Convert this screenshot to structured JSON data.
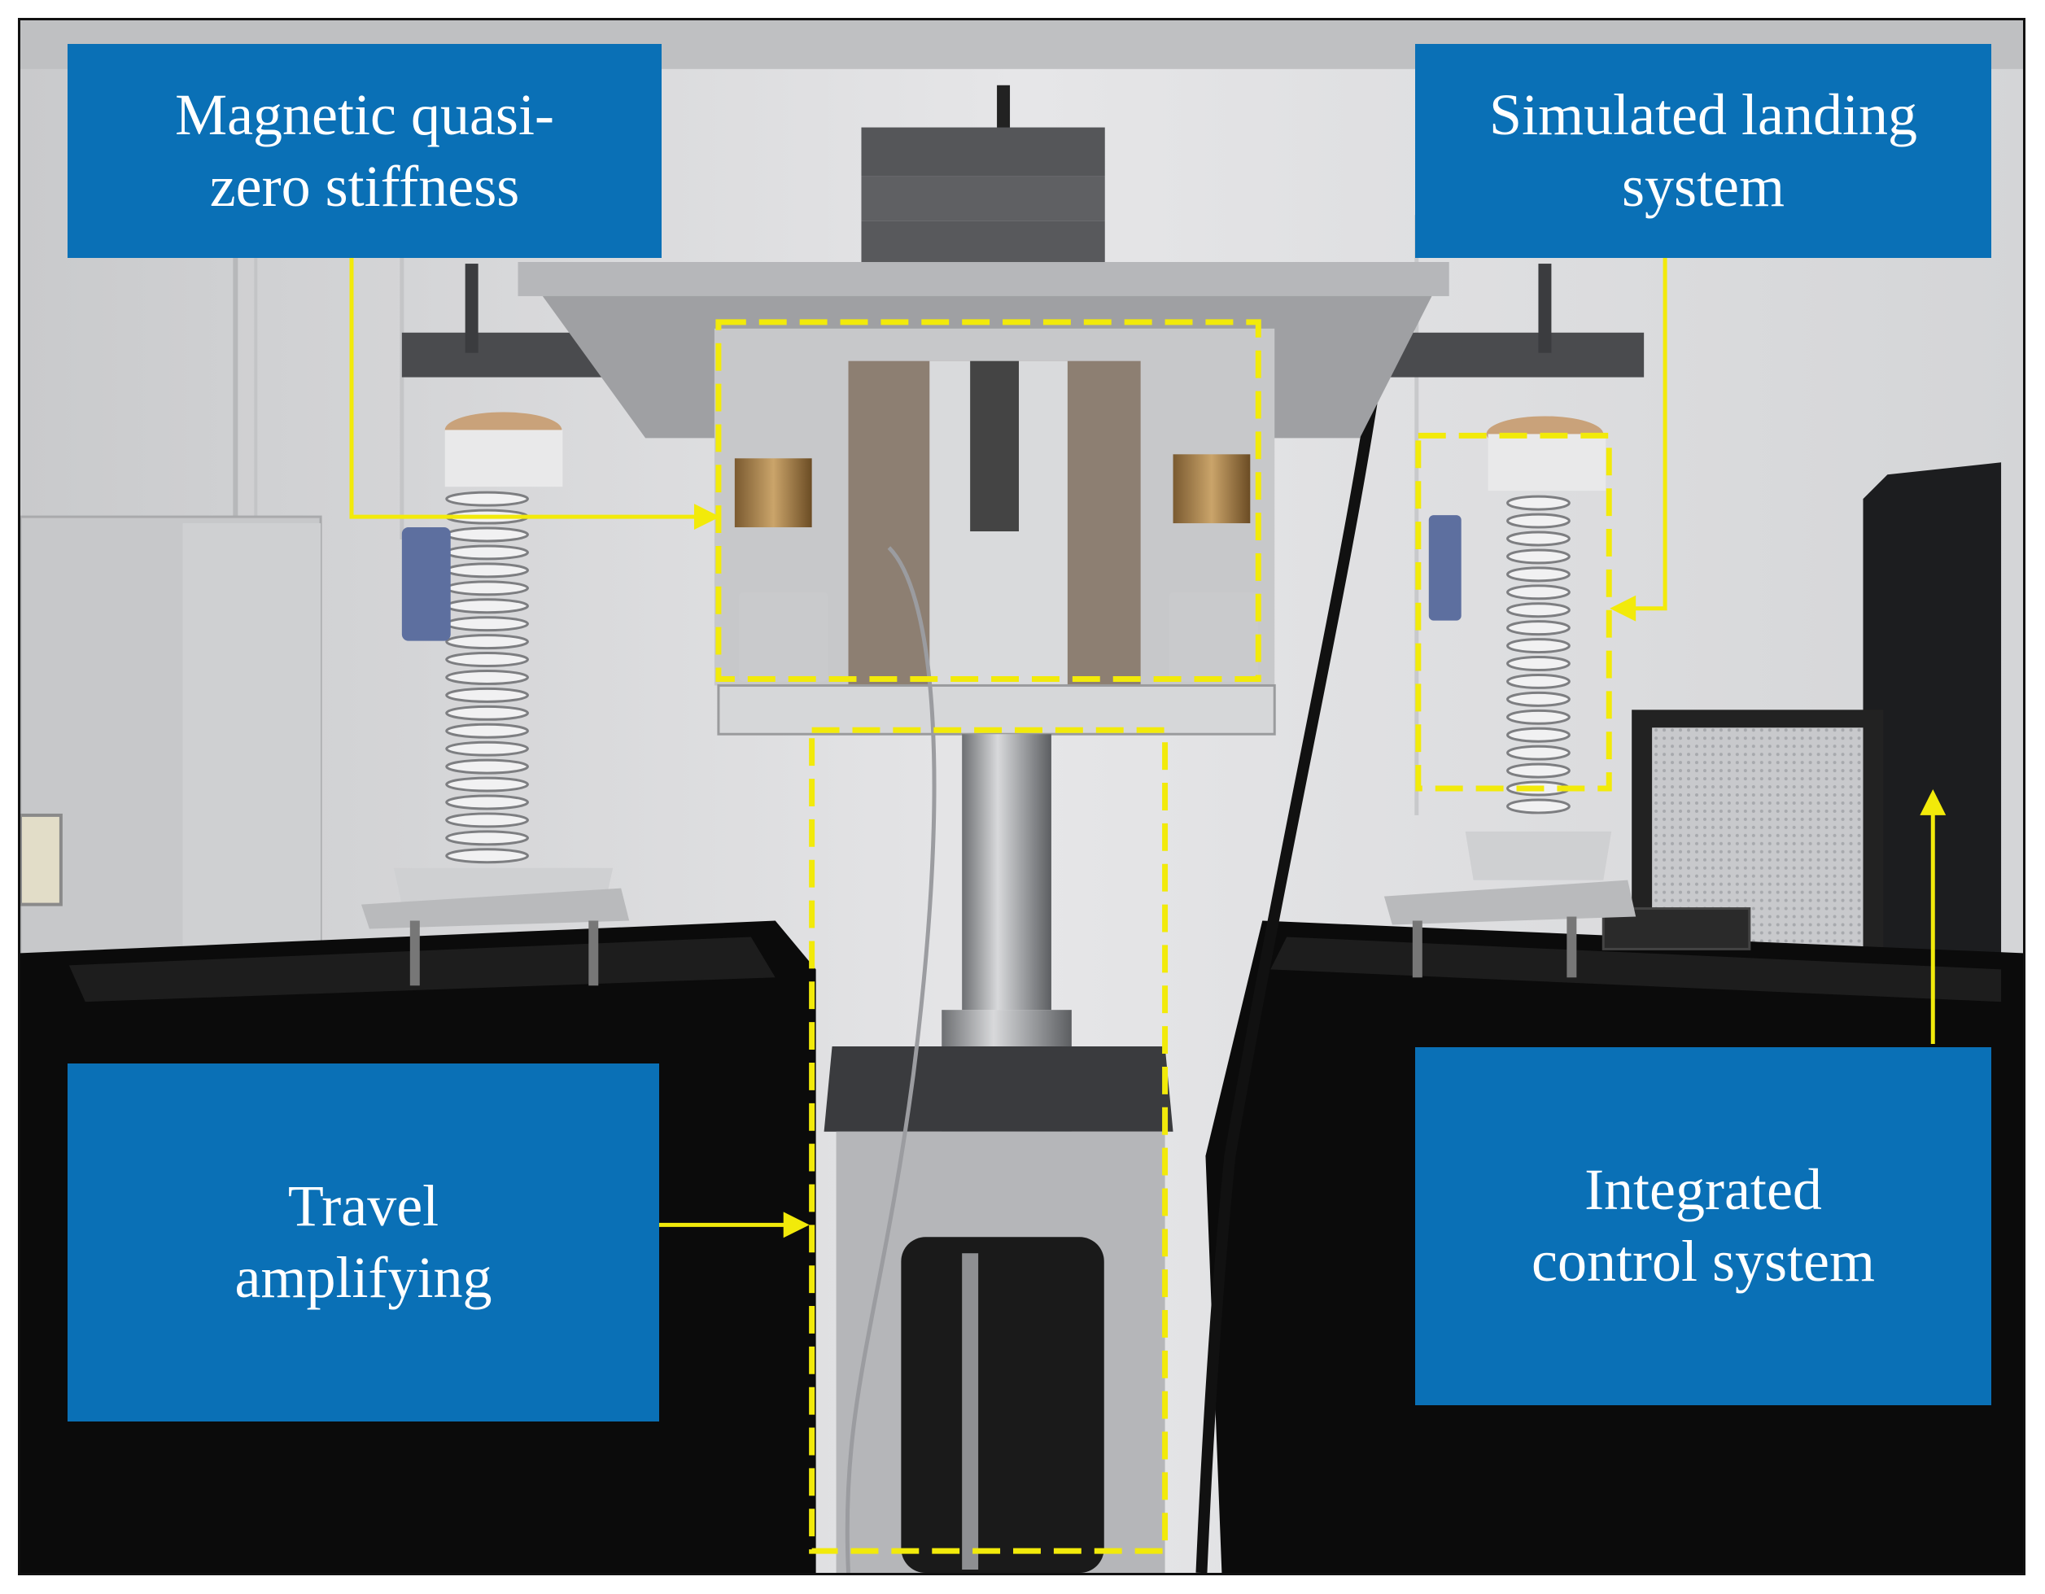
{
  "labels": {
    "magnetic": "Magnetic quasi-\nzero stiffness",
    "simulated": "Simulated landing\nsystem",
    "travel": "Travel\namplifying",
    "control": "Integrated\ncontrol system"
  },
  "colors": {
    "label_bg": "#0a70b6",
    "label_text": "#ffffff",
    "highlight": "#f2ea0a",
    "table": "#0c0c0c",
    "wall": "#dcdde0"
  }
}
